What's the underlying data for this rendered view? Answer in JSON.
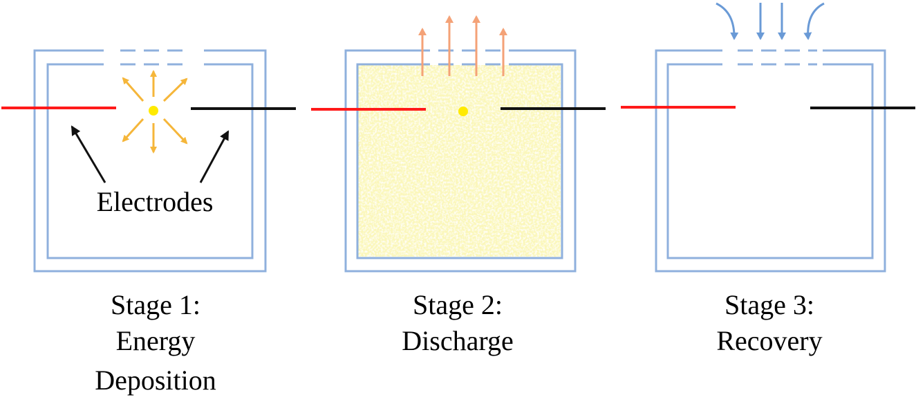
{
  "title": "",
  "callout": {
    "text": "Electrodes"
  },
  "stages": [
    {
      "line1": "Stage 1:",
      "line2": "Energy",
      "line3": "Deposition"
    },
    {
      "line1": "Stage 2:",
      "line2": "Discharge"
    },
    {
      "line1": "Stage 3:",
      "line2": "Recovery"
    }
  ],
  "colors": {
    "chamber_wall": "#8fb0dd",
    "electrode_left": "#ff1a1a",
    "electrode_right": "#111111",
    "energy_arrows": "#f5b63a",
    "spark": "#ffea00",
    "discharge_fill": "#fbf7b9",
    "exhaust_arrows": "#f4a277",
    "intake_arrows": "#6a9ad6",
    "callout_arrows": "#111111"
  }
}
